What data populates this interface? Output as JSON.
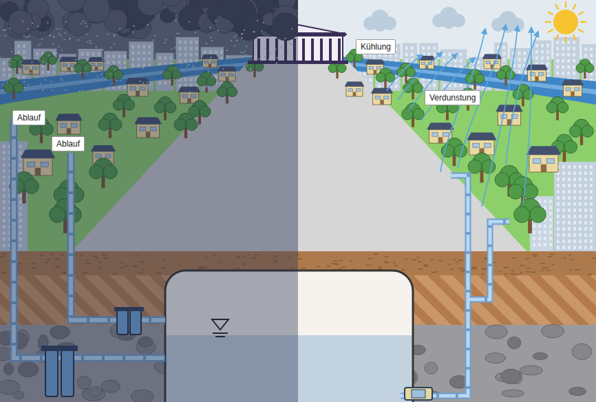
{
  "diagram": {
    "nodes": [
      {
        "text": [
          "Kühlung"
        ]
      },
      {
        "text": [
          "Verdunstung"
        ]
      },
      {
        "text": [
          "Ablauf"
        ]
      },
      {
        "text": [
          "Ablauf"
        ]
      }
    ]
  }
}
